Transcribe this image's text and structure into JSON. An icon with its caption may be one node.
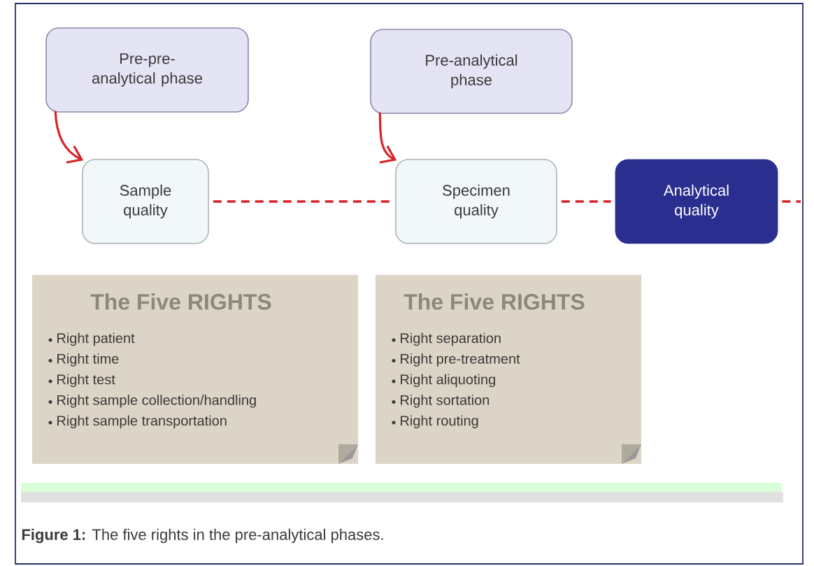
{
  "diagram": {
    "caption": "**Figure 1:** The five rights in the pre-analytical phases.",
    "nodes": [
      {
        "text": [
          "Pre-pre-analytical phase"
        ]
      },
      {
        "text": [
          "Pre-analytical phase"
        ]
      },
      {
        "text": [
          "Sample quality"
        ]
      },
      {
        "text": [
          "Specimen quality"
        ]
      },
      {
        "text": [
          "Analytical quality"
        ]
      },
      {
        "text": [
          "The Five RIGHTS",
          "Right patient",
          "Right time",
          "Right test",
          "Right sample collection/handling",
          "Right sample transportation"
        ]
      },
      {
        "text": [
          "The Five RIGHTS",
          "Right separation",
          "Right pre-treatment",
          "Right aliquoting",
          "Right sortation",
          "Right routing"
        ]
      }
    ],
    "edges": [
      {
        "from": 0,
        "to": 2,
        "arrow": "to"
      },
      {
        "from": 1,
        "to": 3,
        "arrow": "to"
      },
      {
        "from": 2,
        "to": 3,
        "arrow": "none",
        "style": "dashed"
      },
      {
        "from": 3,
        "to": 4,
        "arrow": "none",
        "style": "dashed"
      },
      {
        "from": 4,
        "to": null,
        "arrow": "none",
        "style": "dashed"
      }
    ]
  }
}
